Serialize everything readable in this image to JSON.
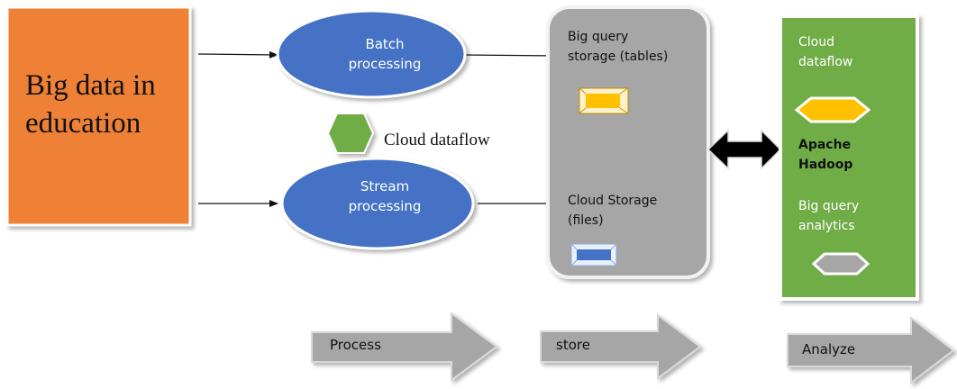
{
  "source": {
    "lines": [
      "Big data in",
      "education"
    ]
  },
  "processing": {
    "batch_lines": [
      "Batch",
      "processing"
    ],
    "stream_lines": [
      "Stream",
      "processing"
    ],
    "dataflow_label": "Cloud dataflow"
  },
  "storage": {
    "bigquery_lines": [
      "Big query",
      "storage (tables)"
    ],
    "cloud_storage_lines": [
      "Cloud Storage",
      "(files)"
    ]
  },
  "analyze_panel": {
    "dataflow_lines": [
      "Cloud",
      "dataflow"
    ],
    "hadoop_lines": [
      "Apache",
      "Hadoop"
    ],
    "analytics_lines": [
      "Big query",
      "analytics"
    ]
  },
  "stages": {
    "process": "Process",
    "store": "store",
    "analyze": "Analyze"
  },
  "colors": {
    "source_fill": "#ee8135",
    "ellipse_fill": "#4472c4",
    "hexagon_green": "#70ad47",
    "storage_fill": "#a6a6a6",
    "panel_green": "#70ad47",
    "gold": "#ffc000",
    "stage_arrow": "#a6a6a6"
  }
}
